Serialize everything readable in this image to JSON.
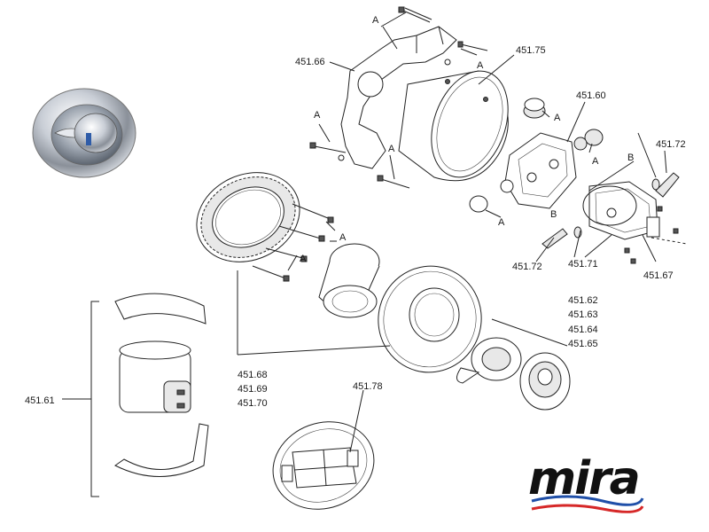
{
  "labels": {
    "p451_66": "451.66",
    "p451_75": "451.75",
    "p451_60": "451.60",
    "p451_72_top": "451.72",
    "p451_72_bottom": "451.72",
    "p451_71": "451.71",
    "p451_67": "451.67",
    "p451_62": "451.62",
    "p451_63": "451.63",
    "p451_64": "451.64",
    "p451_65": "451.65",
    "p451_61": "451.61",
    "p451_68": "451.68",
    "p451_69": "451.69",
    "p451_70": "451.70",
    "p451_78": "451.78"
  },
  "callouts": {
    "a": "A",
    "b": "B"
  },
  "brand": {
    "logo_text": "mira",
    "wave_colors": [
      "#1f4fa8",
      "#d62828"
    ]
  }
}
